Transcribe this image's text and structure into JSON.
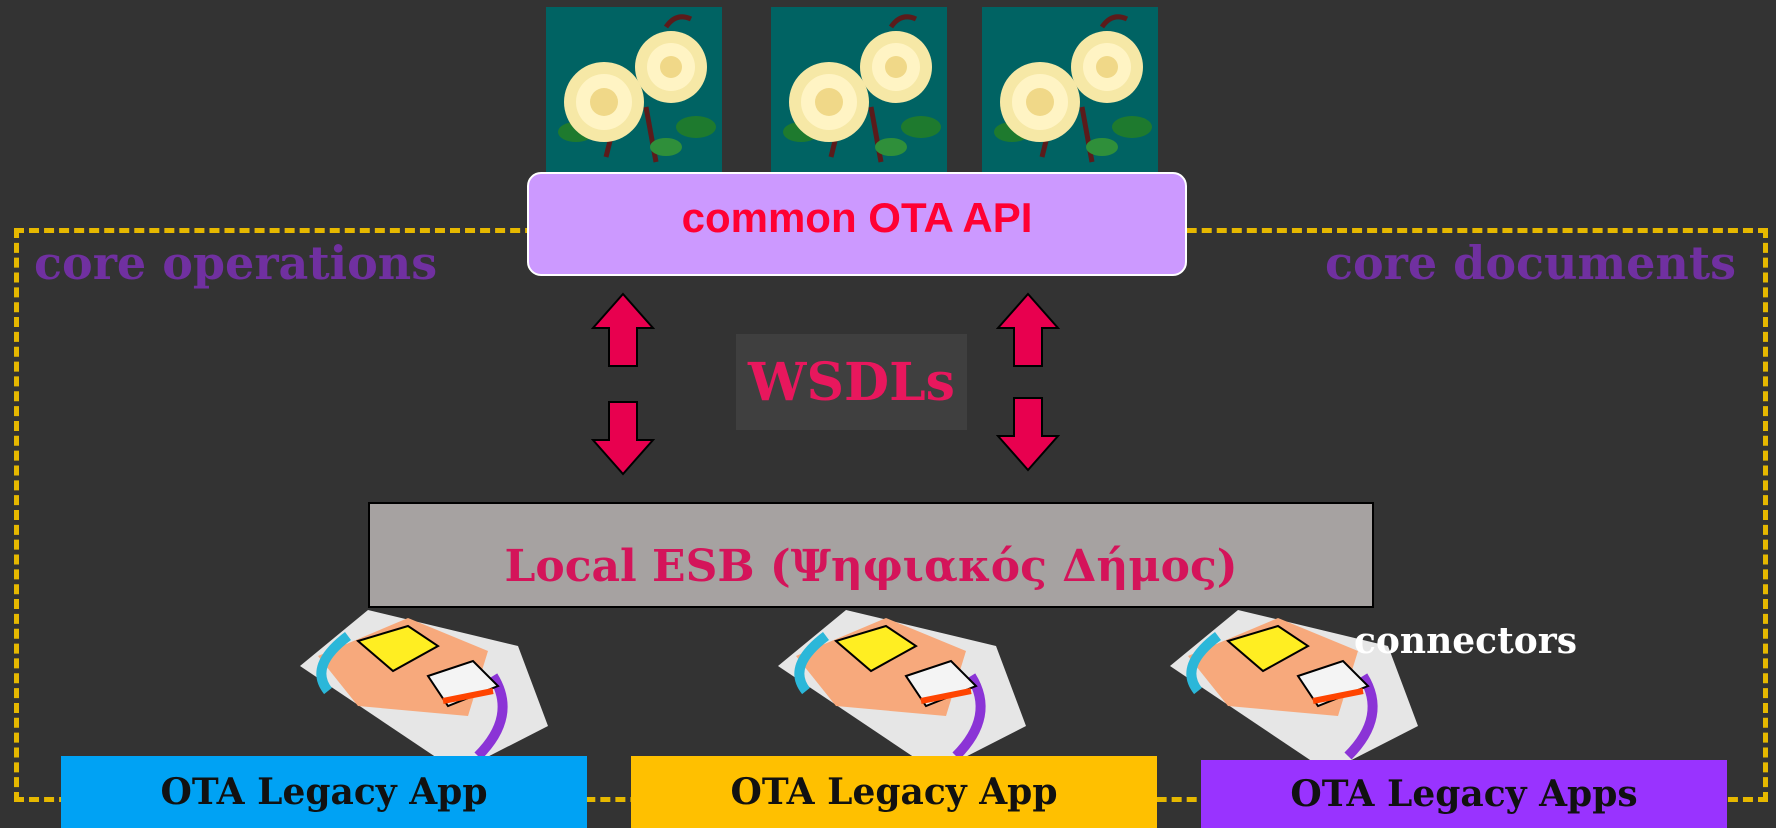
{
  "labels": {
    "core_operations": "core operations",
    "core_documents": "core documents",
    "api": "common OTA API",
    "wsdls": "WSDLs",
    "esb": "Local ESB (Ψηφιακός Δήμος)",
    "connectors": "connectors"
  },
  "apps": [
    {
      "label": "OTA Legacy App",
      "color": "#00a2f4"
    },
    {
      "label": "OTA Legacy App",
      "color": "#ffc000"
    },
    {
      "label": "OTA Legacy Apps",
      "color": "#9933ff"
    }
  ],
  "colors": {
    "background": "#333333",
    "frame_dashed": "#e6b800",
    "side_labels": "#7030a0",
    "api_fill": "#cc99ff",
    "api_text": "#ff0033",
    "arrows": "#e8004f",
    "esb_fill": "#a6a2a1",
    "esb_text": "#d4145a"
  },
  "icons": [
    "white-roses-clipart",
    "network-connector-clipart",
    "double-arrow"
  ]
}
